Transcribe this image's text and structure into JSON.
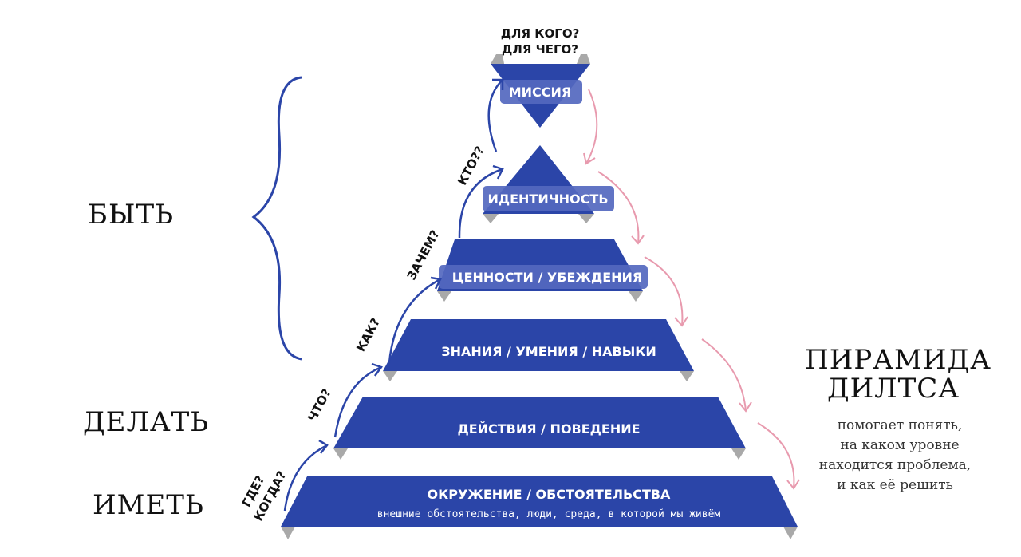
{
  "colors": {
    "blue": "#2b45a8",
    "label_blue": "#5468bf",
    "gray": "#a9a9a9",
    "pink": "#e89aae"
  },
  "categories": {
    "be": "БЫТЬ",
    "do": "ДЕЛАТЬ",
    "have": "ИМЕТЬ"
  },
  "title": {
    "line1": "ПИРАМИДА",
    "line2": "ДИЛТСА"
  },
  "description": [
    "помогает понять,",
    "на каком уровне",
    "находится проблема,",
    "и как её решить"
  ],
  "levels": {
    "mission": "МИССИЯ",
    "identity": "ИДЕНТИЧНОСТЬ",
    "values": "ЦЕННОСТИ / УБЕЖДЕНИЯ",
    "skills": "ЗНАНИЯ / УМЕНИЯ / НАВЫКИ",
    "behavior": "ДЕЙСТВИЯ / ПОВЕДЕНИЕ",
    "environment": "ОКРУЖЕНИЕ / ОБСТОЯТЕЛЬСТВА",
    "environment_sub": "внешние обстоятельства, люди, среда, в которой мы живём"
  },
  "questions": {
    "mission_1": "ДЛЯ КОГО?",
    "mission_2": "ДЛЯ ЧЕГО?",
    "identity": "КТО??",
    "values": "ЗАЧЕМ?",
    "skills": "КАК?",
    "behavior": "ЧТО?",
    "environment_1": "ГДЕ?",
    "environment_2": "КОГДА?"
  }
}
